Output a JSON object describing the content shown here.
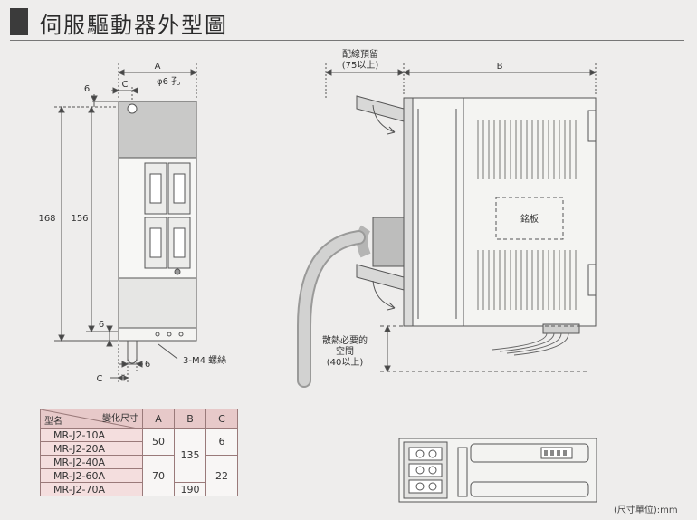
{
  "title": "伺服驅動器外型圖",
  "front_view": {
    "dim_a": "A",
    "dim_c_top": "C",
    "dim_6_top": "6",
    "hole": "φ6 孔",
    "dim_168": "168",
    "dim_156": "156",
    "dim_6_bottom": "6",
    "screw": "3-M4 螺絲",
    "dim_c_bottom": "C",
    "dim_6_side": "6"
  },
  "side_view": {
    "wiring_space": "配線預留",
    "wiring_space_value": "(75以上)",
    "dim_b": "B",
    "nameplate": "銘板",
    "heat_space_line1": "散熱必要的",
    "heat_space_line2": "空間",
    "heat_space_value": "(40以上)"
  },
  "table": {
    "header_top": "變化尺寸",
    "header_bottom": "型名",
    "columns": [
      "A",
      "B",
      "C"
    ],
    "models": [
      "MR-J2-10A",
      "MR-J2-20A",
      "MR-J2-40A",
      "MR-J2-60A",
      "MR-J2-70A"
    ],
    "a_values": [
      "50",
      "70"
    ],
    "b_values": [
      "135",
      "190"
    ],
    "c_values": [
      "6",
      "22"
    ]
  },
  "unit_note": "(尺寸單位):mm"
}
